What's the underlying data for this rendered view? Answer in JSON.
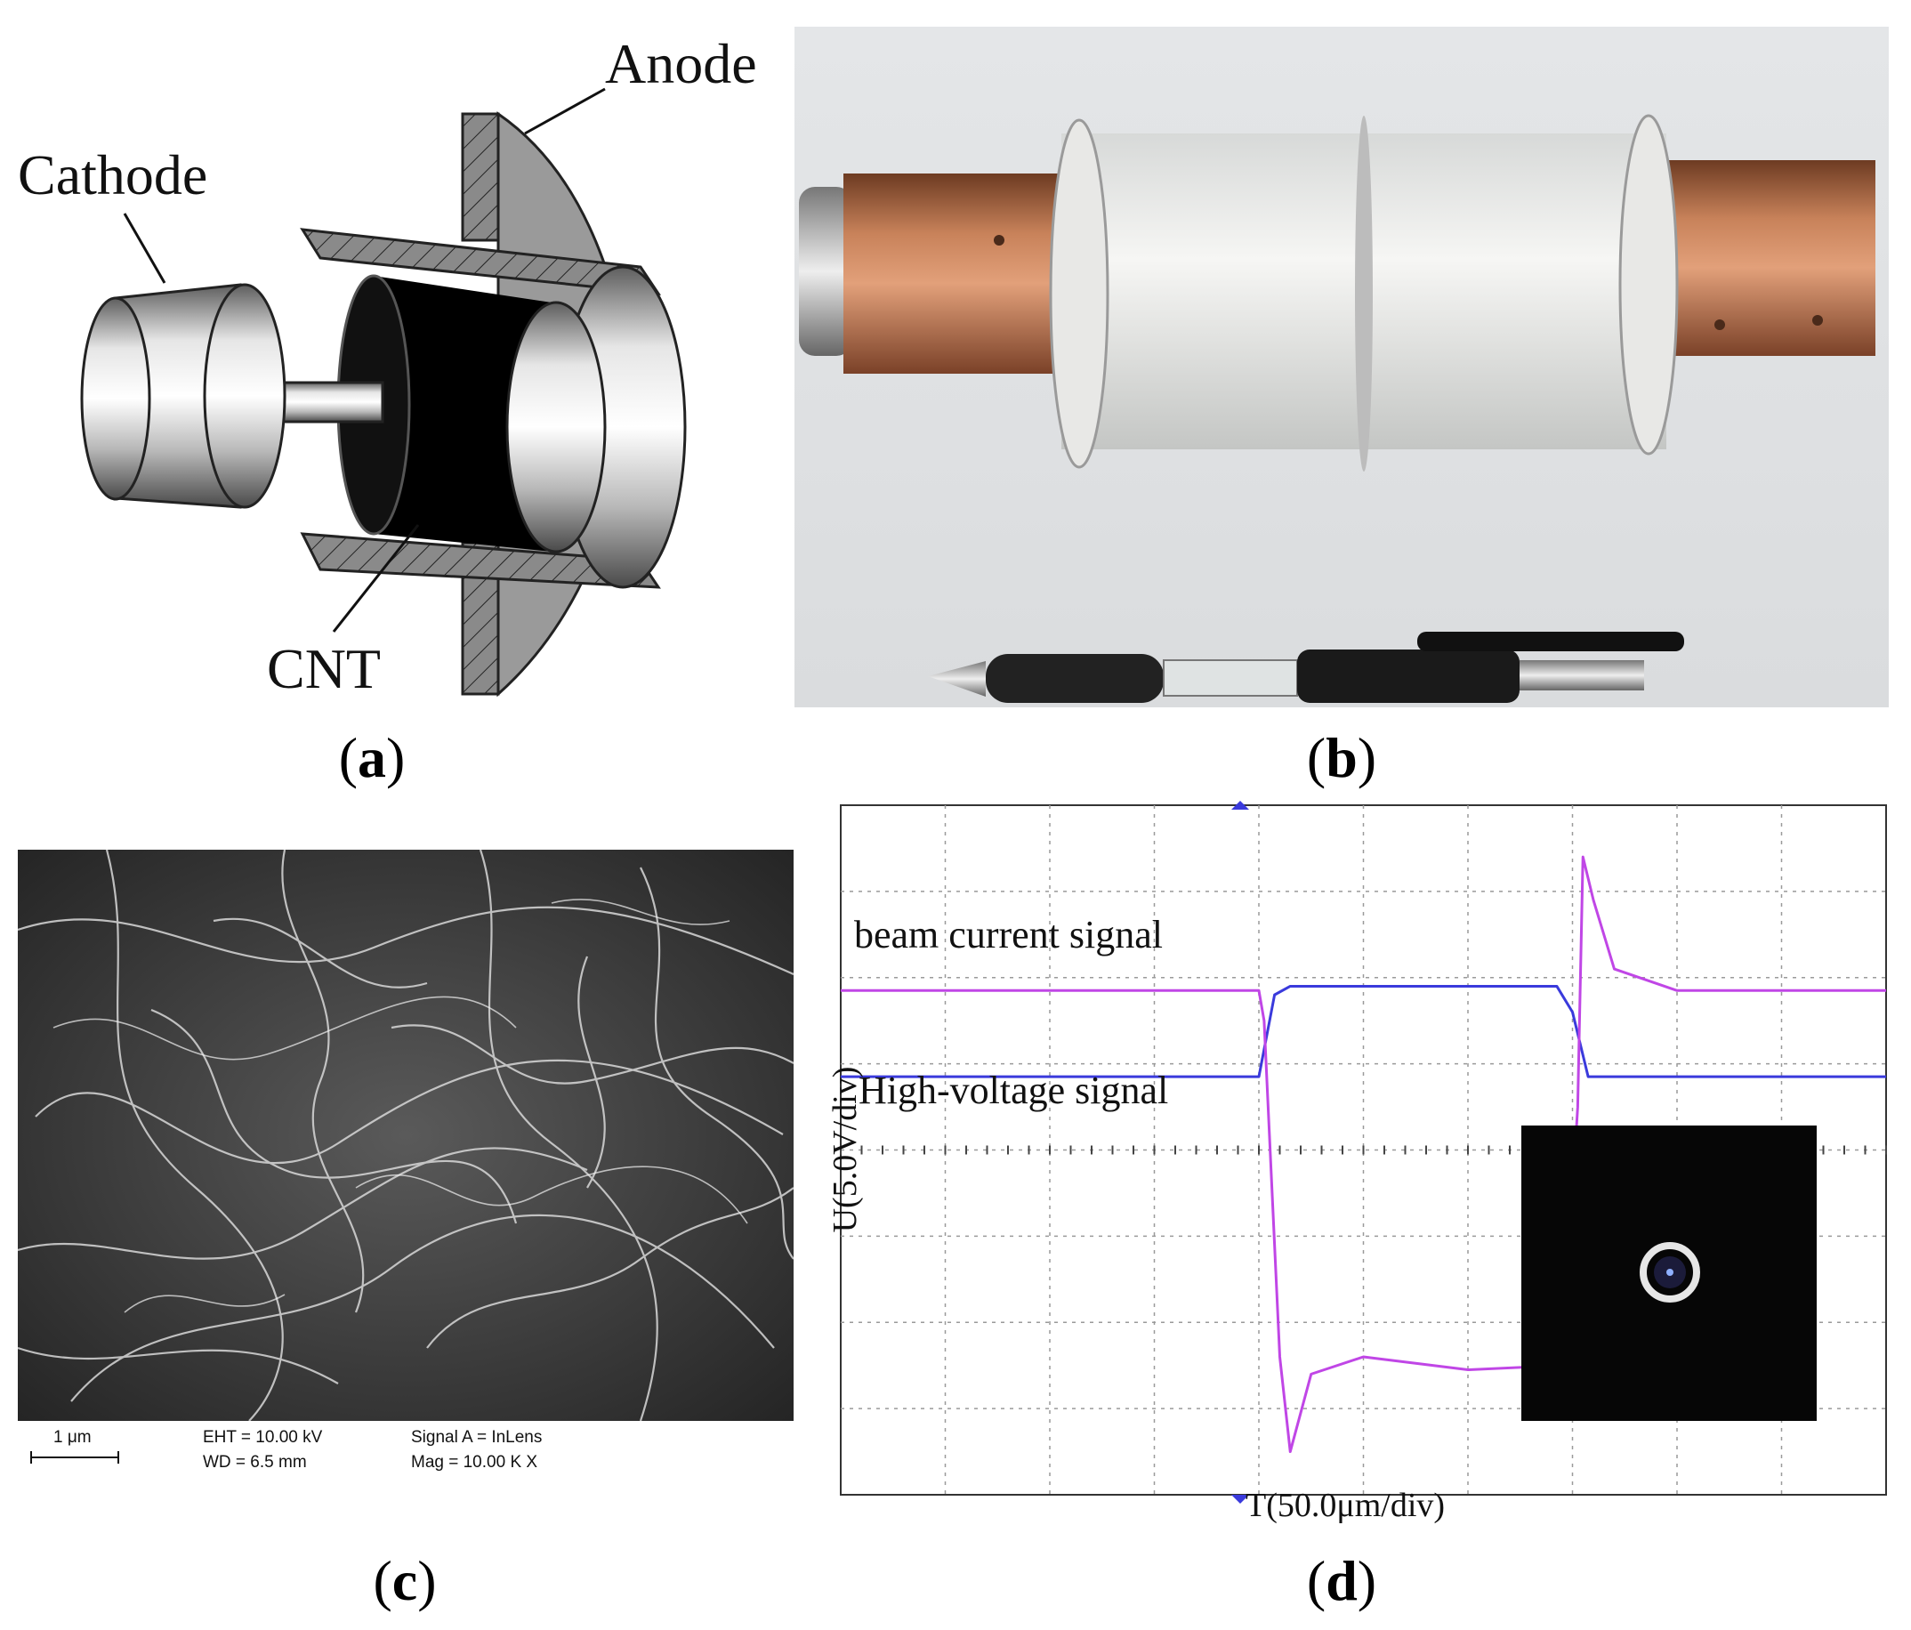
{
  "panel_a": {
    "labels": {
      "anode": "Anode",
      "cathode": "Cathode",
      "cnt": "CNT"
    },
    "caption": "a"
  },
  "panel_b": {
    "caption": "b"
  },
  "panel_c": {
    "scale_bar": "1 μm",
    "eht": "EHT = 10.00 kV",
    "wd": "WD =  6.5 mm",
    "signal": "Signal A = InLens",
    "mag": "Mag =  10.00 K X",
    "caption": "c"
  },
  "panel_d": {
    "caption": "d",
    "colors": {
      "beam": "#c046e6",
      "voltage": "#3a3adc"
    },
    "chart_data": {
      "type": "line",
      "xlabel": "T(50.0μm/div)",
      "ylabel": "U(5.0V/div)",
      "grid": true,
      "x_divisions": 10,
      "y_divisions": 8,
      "series": [
        {
          "name": "beam current signal",
          "x": [
            0,
            4.0,
            4.05,
            4.2,
            4.3,
            4.5,
            5.0,
            6.0,
            6.9,
            7.05,
            7.1,
            7.2,
            7.4,
            8.0,
            10
          ],
          "y": [
            1.85,
            1.85,
            1.5,
            -2.4,
            -3.5,
            -2.6,
            -2.4,
            -2.55,
            -2.5,
            0.5,
            3.4,
            2.9,
            2.1,
            1.85,
            1.85
          ]
        },
        {
          "name": "High-voltage signal",
          "x": [
            0,
            4.0,
            4.15,
            4.3,
            6.85,
            7.0,
            7.15,
            10
          ],
          "y": [
            0.85,
            0.85,
            1.8,
            1.9,
            1.9,
            1.6,
            0.85,
            0.85
          ]
        }
      ]
    }
  }
}
